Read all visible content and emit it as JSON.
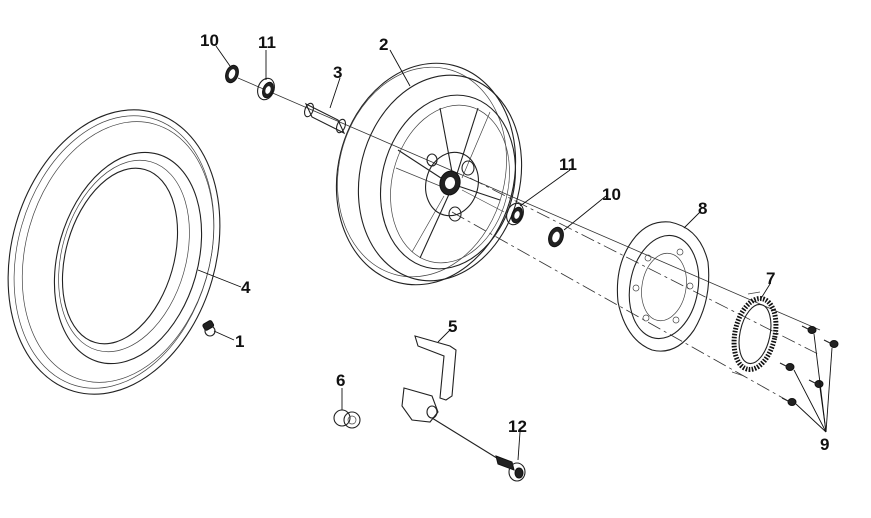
{
  "diagram": {
    "callouts": {
      "c1": "1",
      "c2": "2",
      "c3": "3",
      "c4": "4",
      "c5": "5",
      "c6": "6",
      "c7": "7",
      "c8": "8",
      "c9": "9",
      "c10a": "10",
      "c10b": "10",
      "c11a": "11",
      "c11b": "11",
      "c12": "12"
    }
  }
}
